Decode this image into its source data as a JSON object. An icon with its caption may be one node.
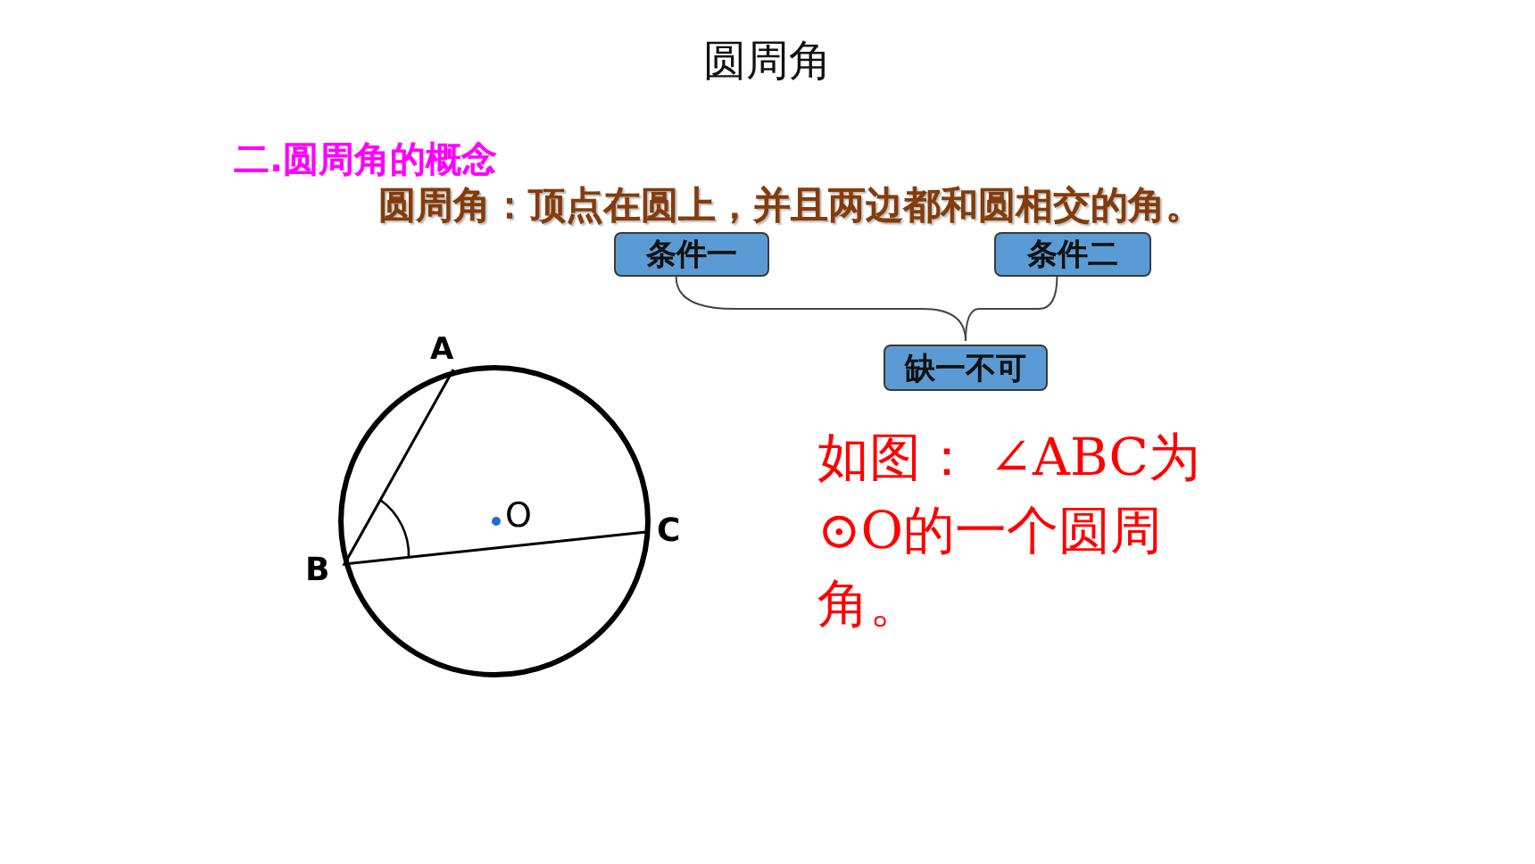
{
  "diagram": {
    "title": "圆周角",
    "nodes": [
      {
        "text": [
          "条件一"
        ]
      },
      {
        "text": [
          "条件二"
        ]
      },
      {
        "text": [
          "缺一不可"
        ]
      }
    ],
    "edges": [
      {
        "from": 0,
        "to": 2,
        "arrow": "none"
      },
      {
        "from": 1,
        "to": 2,
        "arrow": "none"
      }
    ],
    "labels": [
      "二.圆周角的概念",
      "圆周角：顶点在圆上，并且两边都和圆相交的角。",
      "A",
      "O",
      "C",
      "B",
      "如图： ∠ABC为⊙O的一个圆周角。"
    ]
  }
}
